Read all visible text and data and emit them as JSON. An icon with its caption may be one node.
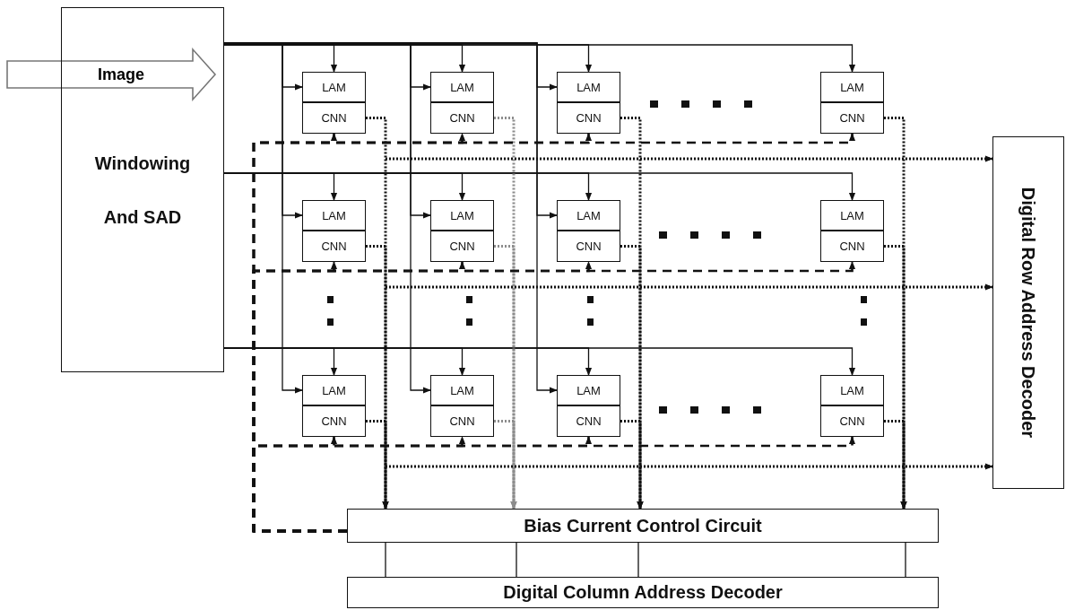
{
  "diagram": {
    "nodes": [
      {
        "text": [
          "Windowing And SAD"
        ]
      },
      {
        "text": [
          "LAM"
        ]
      },
      {
        "text": [
          "CNN"
        ]
      },
      {
        "text": [
          "LAM"
        ]
      },
      {
        "text": [
          "CNN"
        ]
      },
      {
        "text": [
          "LAM"
        ]
      },
      {
        "text": [
          "CNN"
        ]
      },
      {
        "text": [
          "LAM"
        ]
      },
      {
        "text": [
          "CNN"
        ]
      },
      {
        "text": [
          "LAM"
        ]
      },
      {
        "text": [
          "CNN"
        ]
      },
      {
        "text": [
          "LAM"
        ]
      },
      {
        "text": [
          "CNN"
        ]
      },
      {
        "text": [
          "LAM"
        ]
      },
      {
        "text": [
          "CNN"
        ]
      },
      {
        "text": [
          "LAM"
        ]
      },
      {
        "text": [
          "CNN"
        ]
      },
      {
        "text": [
          "LAM"
        ]
      },
      {
        "text": [
          "CNN"
        ]
      },
      {
        "text": [
          "LAM"
        ]
      },
      {
        "text": [
          "CNN"
        ]
      },
      {
        "text": [
          "LAM"
        ]
      },
      {
        "text": [
          "CNN"
        ]
      },
      {
        "text": [
          "LAM"
        ]
      },
      {
        "text": [
          "CNN"
        ]
      },
      {
        "text": [
          "Digital Row Address Decoder"
        ]
      },
      {
        "text": [
          "Bias Current Control Circuit"
        ]
      },
      {
        "text": [
          "Digital Column Address Decoder"
        ]
      }
    ],
    "edges": [
      {
        "from": null,
        "to": 0,
        "arrow": "to",
        "label": "Image",
        "style": "thick"
      },
      {
        "from": 0,
        "to": 1,
        "arrow": "to"
      },
      {
        "from": 0,
        "to": 3,
        "arrow": "to"
      },
      {
        "from": 0,
        "to": 5,
        "arrow": "to"
      },
      {
        "from": 0,
        "to": 7,
        "arrow": "to"
      },
      {
        "from": 0,
        "to": 9,
        "arrow": "to"
      },
      {
        "from": 0,
        "to": 11,
        "arrow": "to"
      },
      {
        "from": 0,
        "to": 13,
        "arrow": "to"
      },
      {
        "from": 0,
        "to": 15,
        "arrow": "to"
      },
      {
        "from": 0,
        "to": 17,
        "arrow": "to"
      },
      {
        "from": 0,
        "to": 19,
        "arrow": "to"
      },
      {
        "from": 0,
        "to": 21,
        "arrow": "to"
      },
      {
        "from": 0,
        "to": 23,
        "arrow": "to"
      },
      {
        "from": 0,
        "to": 1,
        "arrow": "to"
      },
      {
        "from": 0,
        "to": 3,
        "arrow": "to"
      },
      {
        "from": 0,
        "to": 5,
        "arrow": "to"
      },
      {
        "from": 0,
        "to": 9,
        "arrow": "to"
      },
      {
        "from": 0,
        "to": 11,
        "arrow": "to"
      },
      {
        "from": 0,
        "to": 13,
        "arrow": "to"
      },
      {
        "from": 0,
        "to": 17,
        "arrow": "to"
      },
      {
        "from": 0,
        "to": 19,
        "arrow": "to"
      },
      {
        "from": 0,
        "to": 21,
        "arrow": "to"
      },
      {
        "from": 2,
        "to": 26,
        "arrow": "to",
        "style": "dashed"
      },
      {
        "from": 4,
        "to": 26,
        "arrow": "to",
        "style": "dashed",
        "color": "#8c8c8c"
      },
      {
        "from": 6,
        "to": 26,
        "arrow": "to",
        "style": "dashed"
      },
      {
        "from": 8,
        "to": 26,
        "arrow": "to",
        "style": "dashed"
      },
      {
        "from": 10,
        "to": 26,
        "arrow": "to",
        "style": "dashed"
      },
      {
        "from": 12,
        "to": 26,
        "arrow": "to",
        "style": "dashed",
        "color": "#8c8c8c"
      },
      {
        "from": 14,
        "to": 26,
        "arrow": "to",
        "style": "dashed"
      },
      {
        "from": 16,
        "to": 26,
        "arrow": "to",
        "style": "dashed"
      },
      {
        "from": 18,
        "to": 26,
        "arrow": "to",
        "style": "dashed"
      },
      {
        "from": 20,
        "to": 26,
        "arrow": "to",
        "style": "dashed",
        "color": "#8c8c8c"
      },
      {
        "from": 22,
        "to": 26,
        "arrow": "to",
        "style": "dashed"
      },
      {
        "from": 24,
        "to": 26,
        "arrow": "to",
        "style": "dashed"
      },
      {
        "from": 26,
        "to": 2,
        "arrow": "to",
        "style": "dashed"
      },
      {
        "from": 26,
        "to": 4,
        "arrow": "to",
        "style": "dashed"
      },
      {
        "from": 26,
        "to": 6,
        "arrow": "to",
        "style": "dashed"
      },
      {
        "from": 26,
        "to": 8,
        "arrow": "to",
        "style": "dashed"
      },
      {
        "from": 26,
        "to": 10,
        "arrow": "to",
        "style": "dashed"
      },
      {
        "from": 26,
        "to": 12,
        "arrow": "to",
        "style": "dashed"
      },
      {
        "from": 26,
        "to": 14,
        "arrow": "to",
        "style": "dashed"
      },
      {
        "from": 26,
        "to": 16,
        "arrow": "to",
        "style": "dashed"
      },
      {
        "from": 26,
        "to": 18,
        "arrow": "to",
        "style": "dashed"
      },
      {
        "from": 26,
        "to": 20,
        "arrow": "to",
        "style": "dashed"
      },
      {
        "from": 26,
        "to": 22,
        "arrow": "to",
        "style": "dashed"
      },
      {
        "from": 26,
        "to": 24,
        "arrow": "to",
        "style": "dashed"
      },
      {
        "from": null,
        "to": 25,
        "arrow": "to",
        "style": "dashed"
      },
      {
        "from": null,
        "to": 25,
        "arrow": "to",
        "style": "dashed"
      },
      {
        "from": null,
        "to": 25,
        "arrow": "to",
        "style": "dashed"
      },
      {
        "from": 26,
        "to": 27,
        "arrow": "none"
      },
      {
        "from": 26,
        "to": 27,
        "arrow": "none"
      },
      {
        "from": 26,
        "to": 27,
        "arrow": "none"
      },
      {
        "from": 26,
        "to": 27,
        "arrow": "none"
      }
    ]
  }
}
